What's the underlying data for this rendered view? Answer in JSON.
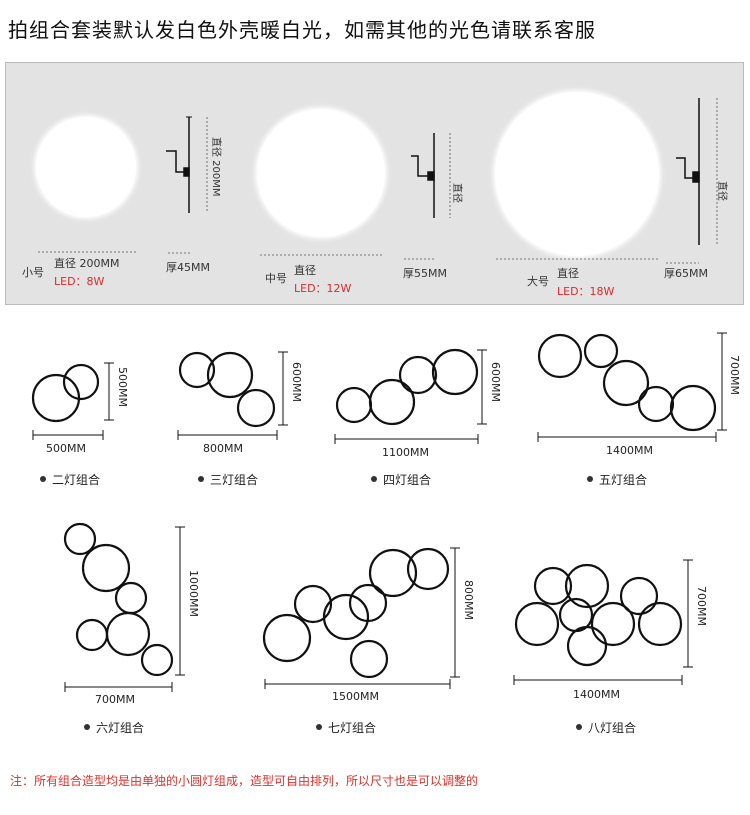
{
  "headline": "拍组合套装默认发白色外壳暖白光，如需其他的光色请联系客服",
  "sizes": [
    {
      "name": "小号",
      "diameter": "直径 200MM",
      "led": "LED：8W",
      "thickness": "厚45MM",
      "side_label": "直径 200MM"
    },
    {
      "name": "中号",
      "diameter": "直径",
      "led": "LED：12W",
      "thickness": "厚55MM",
      "side_label": "直径"
    },
    {
      "name": "大号",
      "diameter": "直径",
      "led": "LED：18W",
      "thickness": "厚65MM",
      "side_label": "直径"
    }
  ],
  "combos": [
    {
      "caption": "二灯组合",
      "width": "500MM",
      "height": "500MM"
    },
    {
      "caption": "三灯组合",
      "width": "800MM",
      "height": "600MM"
    },
    {
      "caption": "四灯组合",
      "width": "1100MM",
      "height": "600MM"
    },
    {
      "caption": "五灯组合",
      "width": "1400MM",
      "height": "700MM"
    },
    {
      "caption": "六灯组合",
      "width": "700MM",
      "height": "1000MM"
    },
    {
      "caption": "七灯组合",
      "width": "1500MM",
      "height": "800MM"
    },
    {
      "caption": "八灯组合",
      "width": "1400MM",
      "height": "700MM"
    }
  ],
  "footnote": "注：所有组合造型均是由单独的小圆灯组成，造型可自由排列，所以尺寸也是可以调整的",
  "colors": {
    "panel_bg": "#e3e3e3",
    "led_red": "#e02a2a",
    "note_red": "#e0302a",
    "ring": "#111111"
  }
}
